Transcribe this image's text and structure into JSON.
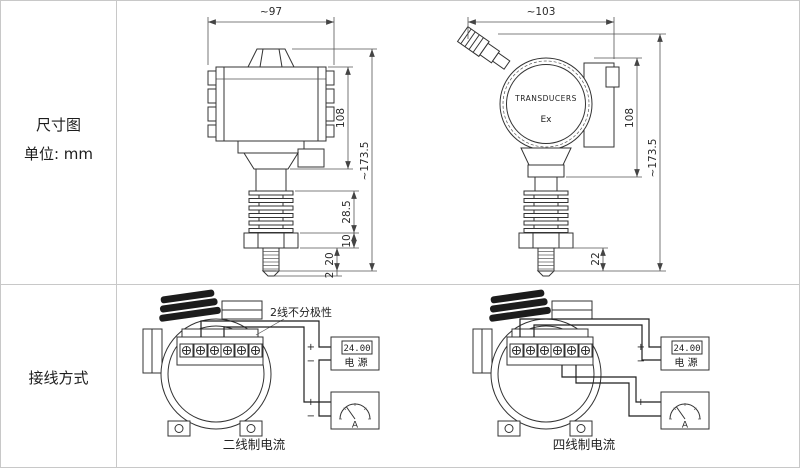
{
  "page": {
    "dim_section": {
      "title": "尺寸图",
      "unit": "单位: mm"
    },
    "wiring_section": {
      "title": "接线方式"
    }
  },
  "transmitter_a": {
    "width": "~97",
    "body_height": "108",
    "total_height": "~173.5",
    "fin_height": "28.5",
    "nut_height": "10",
    "stem_height": "20",
    "tip_height": "2"
  },
  "transmitter_b": {
    "width": "~103",
    "brand": "TRANSDUCERS",
    "cert": "Ex",
    "body_height": "108",
    "total_height": "~173.5",
    "thread_height": "22"
  },
  "wiring_two": {
    "note": "2线不分极性",
    "caption": "二线制电流",
    "power_display": "24.00",
    "power_label": "电 源",
    "plus": "+",
    "minus": "−",
    "meter_label": "A"
  },
  "wiring_four": {
    "caption": "四线制电流",
    "power_display": "24.00",
    "power_label": "电 源",
    "plus": "+",
    "minus": "−",
    "meter_label": "A"
  }
}
